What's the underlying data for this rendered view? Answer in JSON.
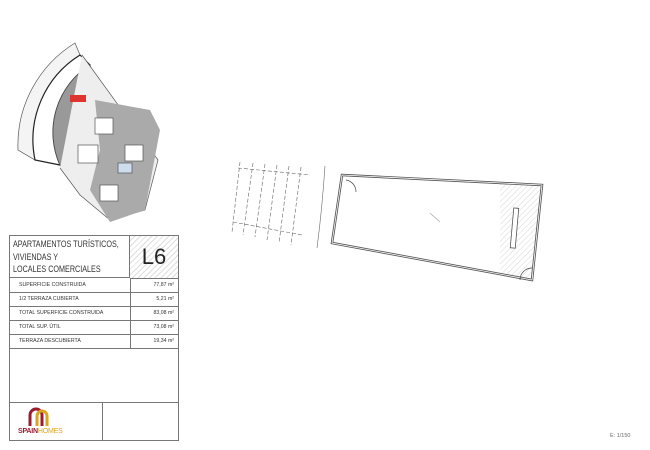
{
  "unit_box": {
    "title_lines": [
      "APARTAMENTOS TURÍSTICOS,",
      "VIVIENDAS Y",
      "LOCALES COMERCIALES"
    ],
    "unit_code": "L6",
    "rows": [
      {
        "label": "SUPERFICIE CONSTRUIDA",
        "value": "77,87 m²"
      },
      {
        "label": "1/2 TERRAZA CUBIERTA",
        "value": "5,21 m²"
      },
      {
        "label": "TOTAL SUPERFICIE CONSTRUIDA",
        "value": "83,08 m²"
      },
      {
        "label": "TOTAL SUP. ÚTIL",
        "value": "73,08 m²"
      },
      {
        "label": "TERRAZA DESCUBIERTA",
        "value": "19,34 m²"
      }
    ]
  },
  "logo": {
    "text_part1": "SPAIN",
    "text_part2": "HOMES",
    "colors": {
      "primary": "#9b1b30",
      "secondary": "#d9a520"
    }
  },
  "site_plan": {
    "highlight_color": "#e0332f"
  },
  "scale": "E: 1/150"
}
